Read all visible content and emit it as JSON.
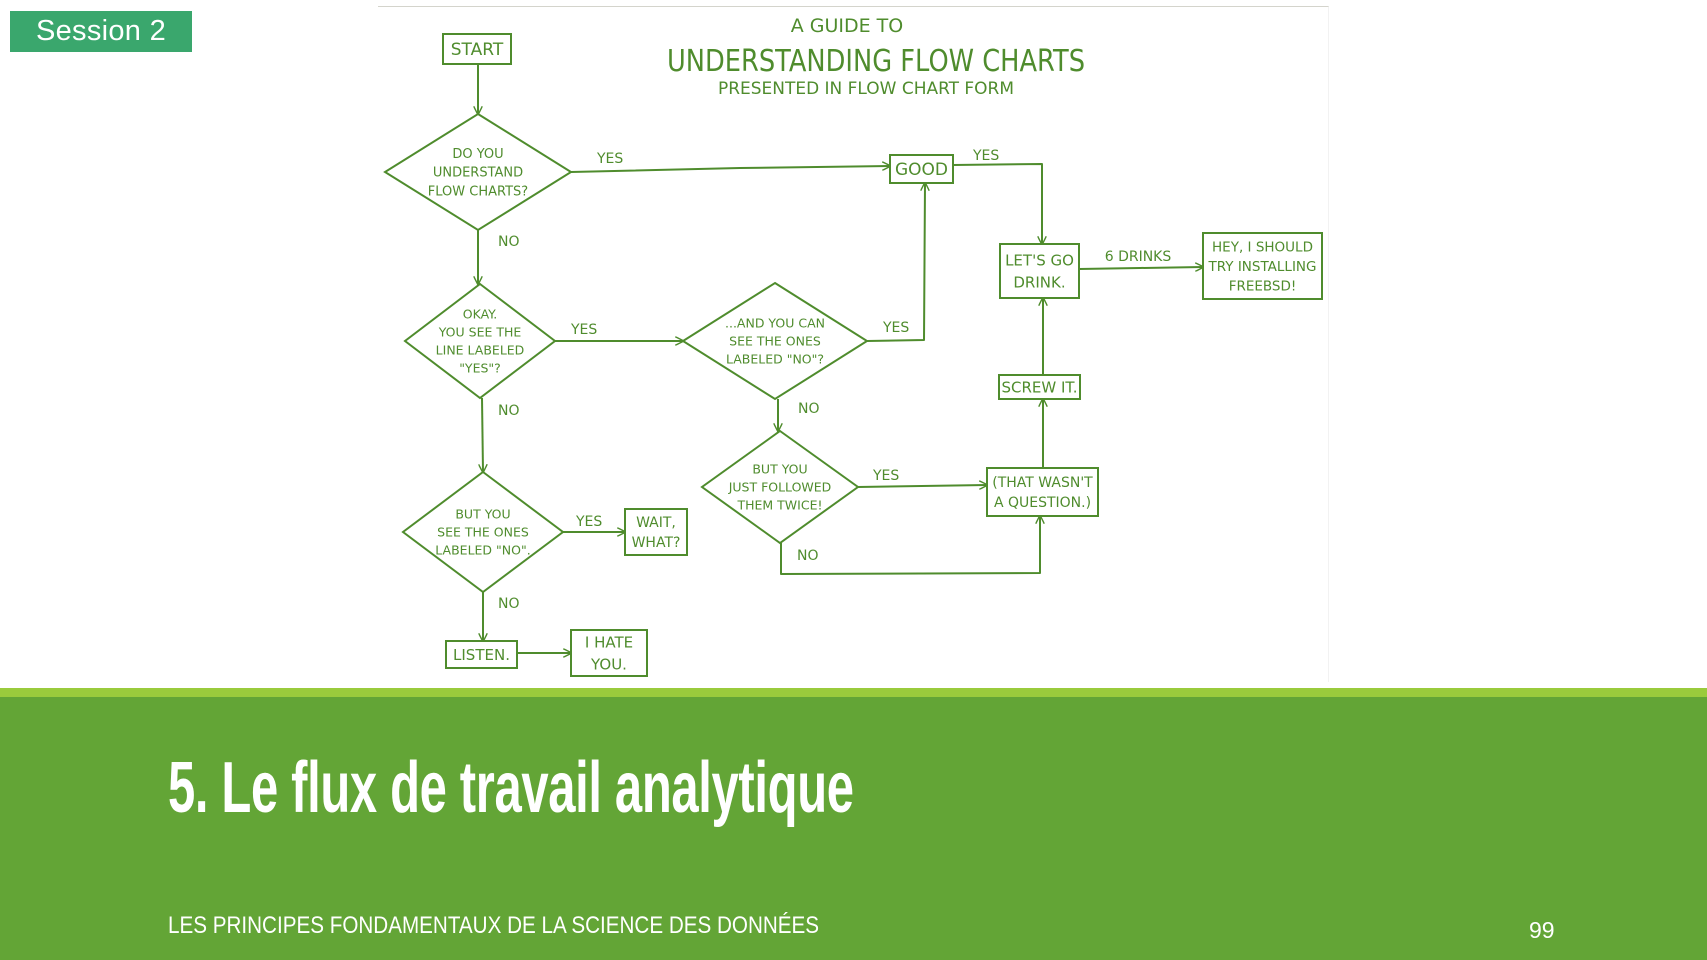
{
  "session_badge": {
    "label": "Session 2",
    "color": "#3aa76d"
  },
  "figure": {
    "line_color": "#4f8c2d",
    "heading": {
      "line1": "A GUIDE TO",
      "line2": "UNDERSTANDING FLOW CHARTS",
      "line3": "PRESENTED IN FLOW CHART FORM"
    },
    "nodes": [
      {
        "id": "start",
        "shape": "box",
        "lines": [
          "START"
        ]
      },
      {
        "id": "q1",
        "shape": "diamond",
        "lines": [
          "DO YOU",
          "UNDERSTAND",
          "FLOW CHARTS?"
        ]
      },
      {
        "id": "good",
        "shape": "box",
        "lines": [
          "GOOD"
        ]
      },
      {
        "id": "q2",
        "shape": "diamond",
        "lines": [
          "OKAY.",
          "YOU SEE THE",
          "LINE LABELED",
          "\"YES\"?"
        ]
      },
      {
        "id": "q3",
        "shape": "diamond",
        "lines": [
          "...AND YOU CAN",
          "SEE THE ONES",
          "LABELED \"NO\"?"
        ]
      },
      {
        "id": "drink",
        "shape": "box",
        "lines": [
          "LET'S GO",
          "DRINK."
        ]
      },
      {
        "id": "freebsd",
        "shape": "box",
        "lines": [
          "HEY, I SHOULD",
          "TRY INSTALLING",
          "FREEBSD!"
        ]
      },
      {
        "id": "screw",
        "shape": "box",
        "lines": [
          "SCREW IT."
        ]
      },
      {
        "id": "q4",
        "shape": "diamond",
        "lines": [
          "BUT YOU",
          "JUST FOLLOWED",
          "THEM TWICE!"
        ]
      },
      {
        "id": "notq",
        "shape": "box",
        "lines": [
          "(THAT WASN'T",
          "A QUESTION.)"
        ]
      },
      {
        "id": "q5",
        "shape": "diamond",
        "lines": [
          "BUT YOU",
          "SEE THE ONES",
          "LABELED \"NO\"."
        ]
      },
      {
        "id": "wait",
        "shape": "box",
        "lines": [
          "WAIT,",
          "WHAT?"
        ]
      },
      {
        "id": "listen",
        "shape": "box",
        "lines": [
          "LISTEN."
        ]
      },
      {
        "id": "hate",
        "shape": "box",
        "lines": [
          "I HATE",
          "YOU."
        ]
      }
    ],
    "edges": [
      {
        "from": "start",
        "to": "q1",
        "label": ""
      },
      {
        "from": "q1",
        "to": "good",
        "label": "YES"
      },
      {
        "from": "q1",
        "to": "q2",
        "label": "NO"
      },
      {
        "from": "good",
        "to": "drink",
        "label": "YES"
      },
      {
        "from": "q2",
        "to": "q3",
        "label": "YES"
      },
      {
        "from": "q2",
        "to": "q5",
        "label": "NO"
      },
      {
        "from": "q3",
        "to": "good",
        "label": "YES"
      },
      {
        "from": "q3",
        "to": "q4",
        "label": "NO"
      },
      {
        "from": "drink",
        "to": "freebsd",
        "label": "6 DRINKS"
      },
      {
        "from": "q4",
        "to": "notq",
        "label": "YES"
      },
      {
        "from": "q4",
        "to": "notq",
        "label": "NO"
      },
      {
        "from": "notq",
        "to": "screw",
        "label": ""
      },
      {
        "from": "screw",
        "to": "drink",
        "label": ""
      },
      {
        "from": "q5",
        "to": "wait",
        "label": "YES"
      },
      {
        "from": "q5",
        "to": "listen",
        "label": "NO"
      },
      {
        "from": "listen",
        "to": "hate",
        "label": ""
      }
    ]
  },
  "slide": {
    "title": "5. Le flux de travail analytique",
    "footer": "LES PRINCIPES FONDAMENTAUX DE LA SCIENCE DES DONNÉES",
    "page_number": "99",
    "band_color": "#63a536",
    "stripe_color": "#9acb3c"
  }
}
